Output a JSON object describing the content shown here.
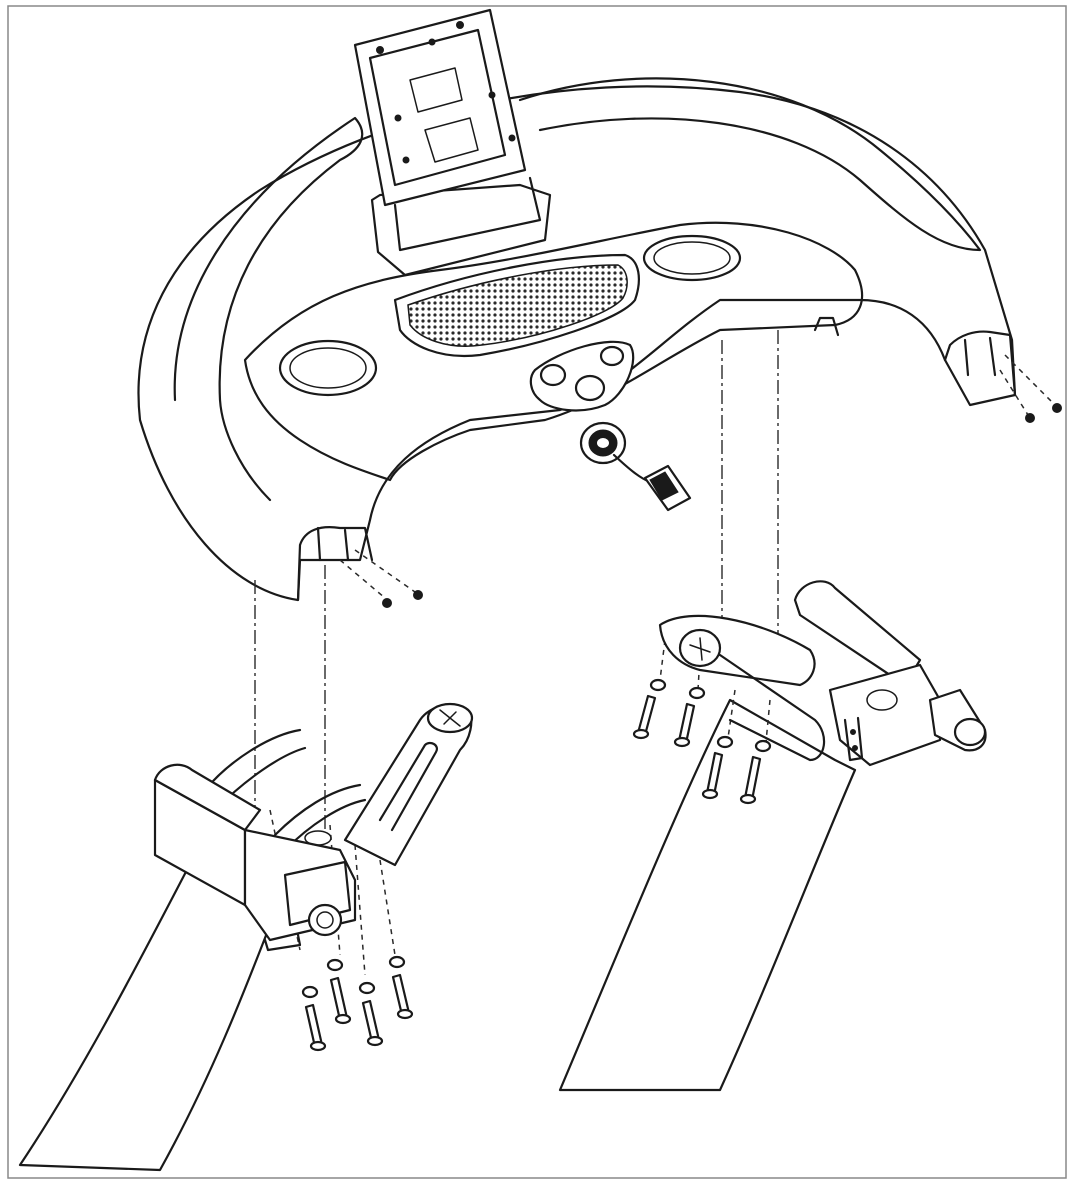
{
  "diagram": {
    "kind": "exploded assembly line drawing",
    "border_color": "#888888",
    "line_color": "#1a1a1a",
    "background": "#ffffff",
    "parts": [
      "console-hood",
      "tablet-holder-bracket",
      "speaker-grille",
      "control-pod",
      "power-cable-grommet",
      "cable-connector",
      "left-handlebar-bracket",
      "right-handlebar-bracket",
      "left-upright",
      "right-upright",
      "console-screws",
      "bracket-bolts",
      "washers"
    ]
  }
}
